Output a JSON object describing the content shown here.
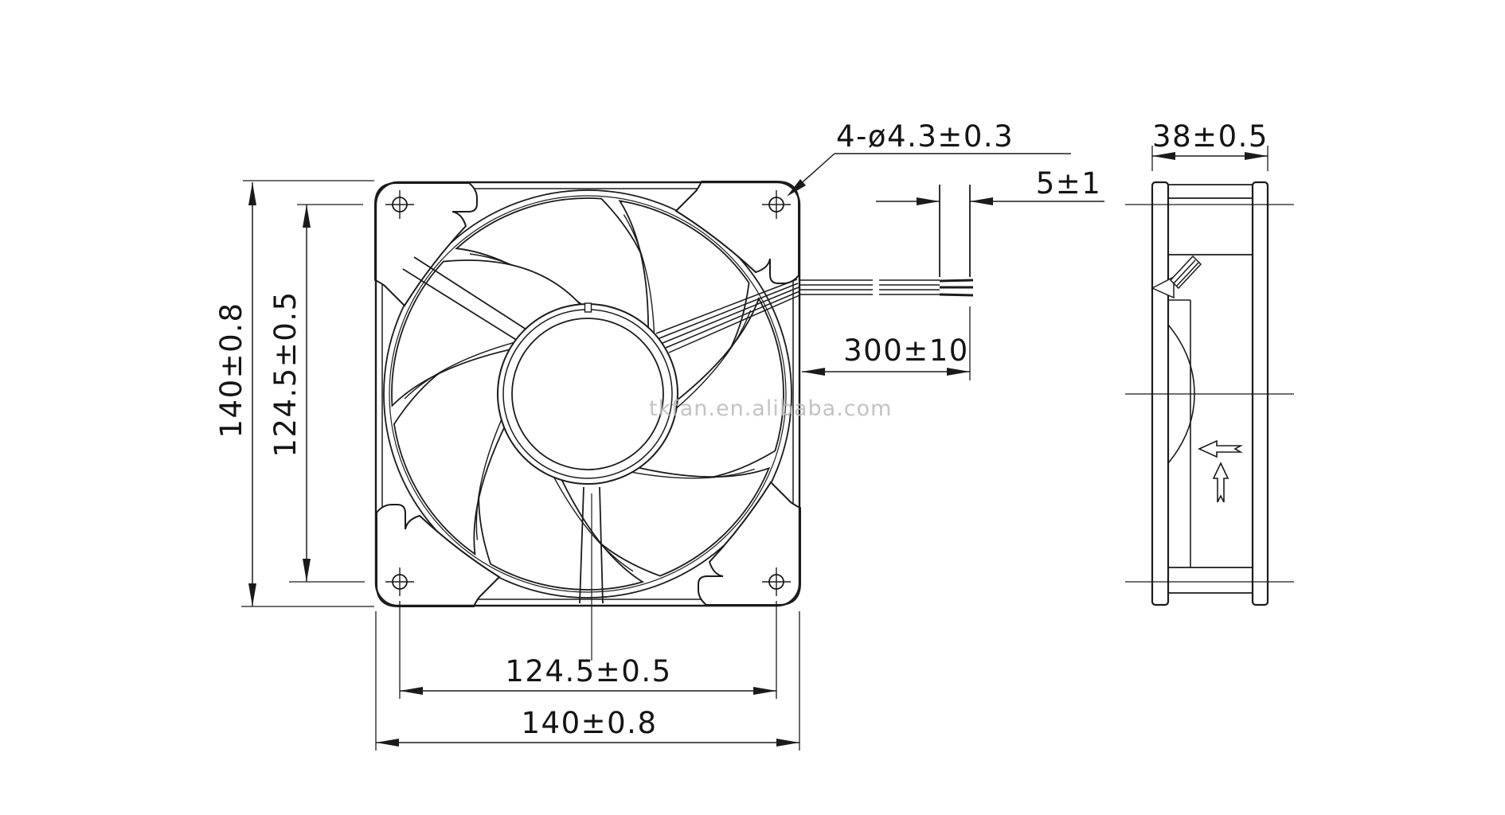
{
  "drawing": {
    "watermark": "tkfan.en.alibaba.com",
    "labels": {
      "height": "140±0.8",
      "hole_pitch_vertical": "124.5±0.5",
      "width": "140±0.8",
      "hole_pitch_horizontal": "124.5±0.5",
      "mounting_holes": "4-ø4.3±0.3",
      "lead_strip_length": "5±1",
      "lead_wire_length": "300±10",
      "frame_depth": "38±0.5"
    },
    "colors": {
      "line": "#1b1b1b",
      "watermark": "#b9b9b9",
      "background": "#ffffff"
    }
  }
}
